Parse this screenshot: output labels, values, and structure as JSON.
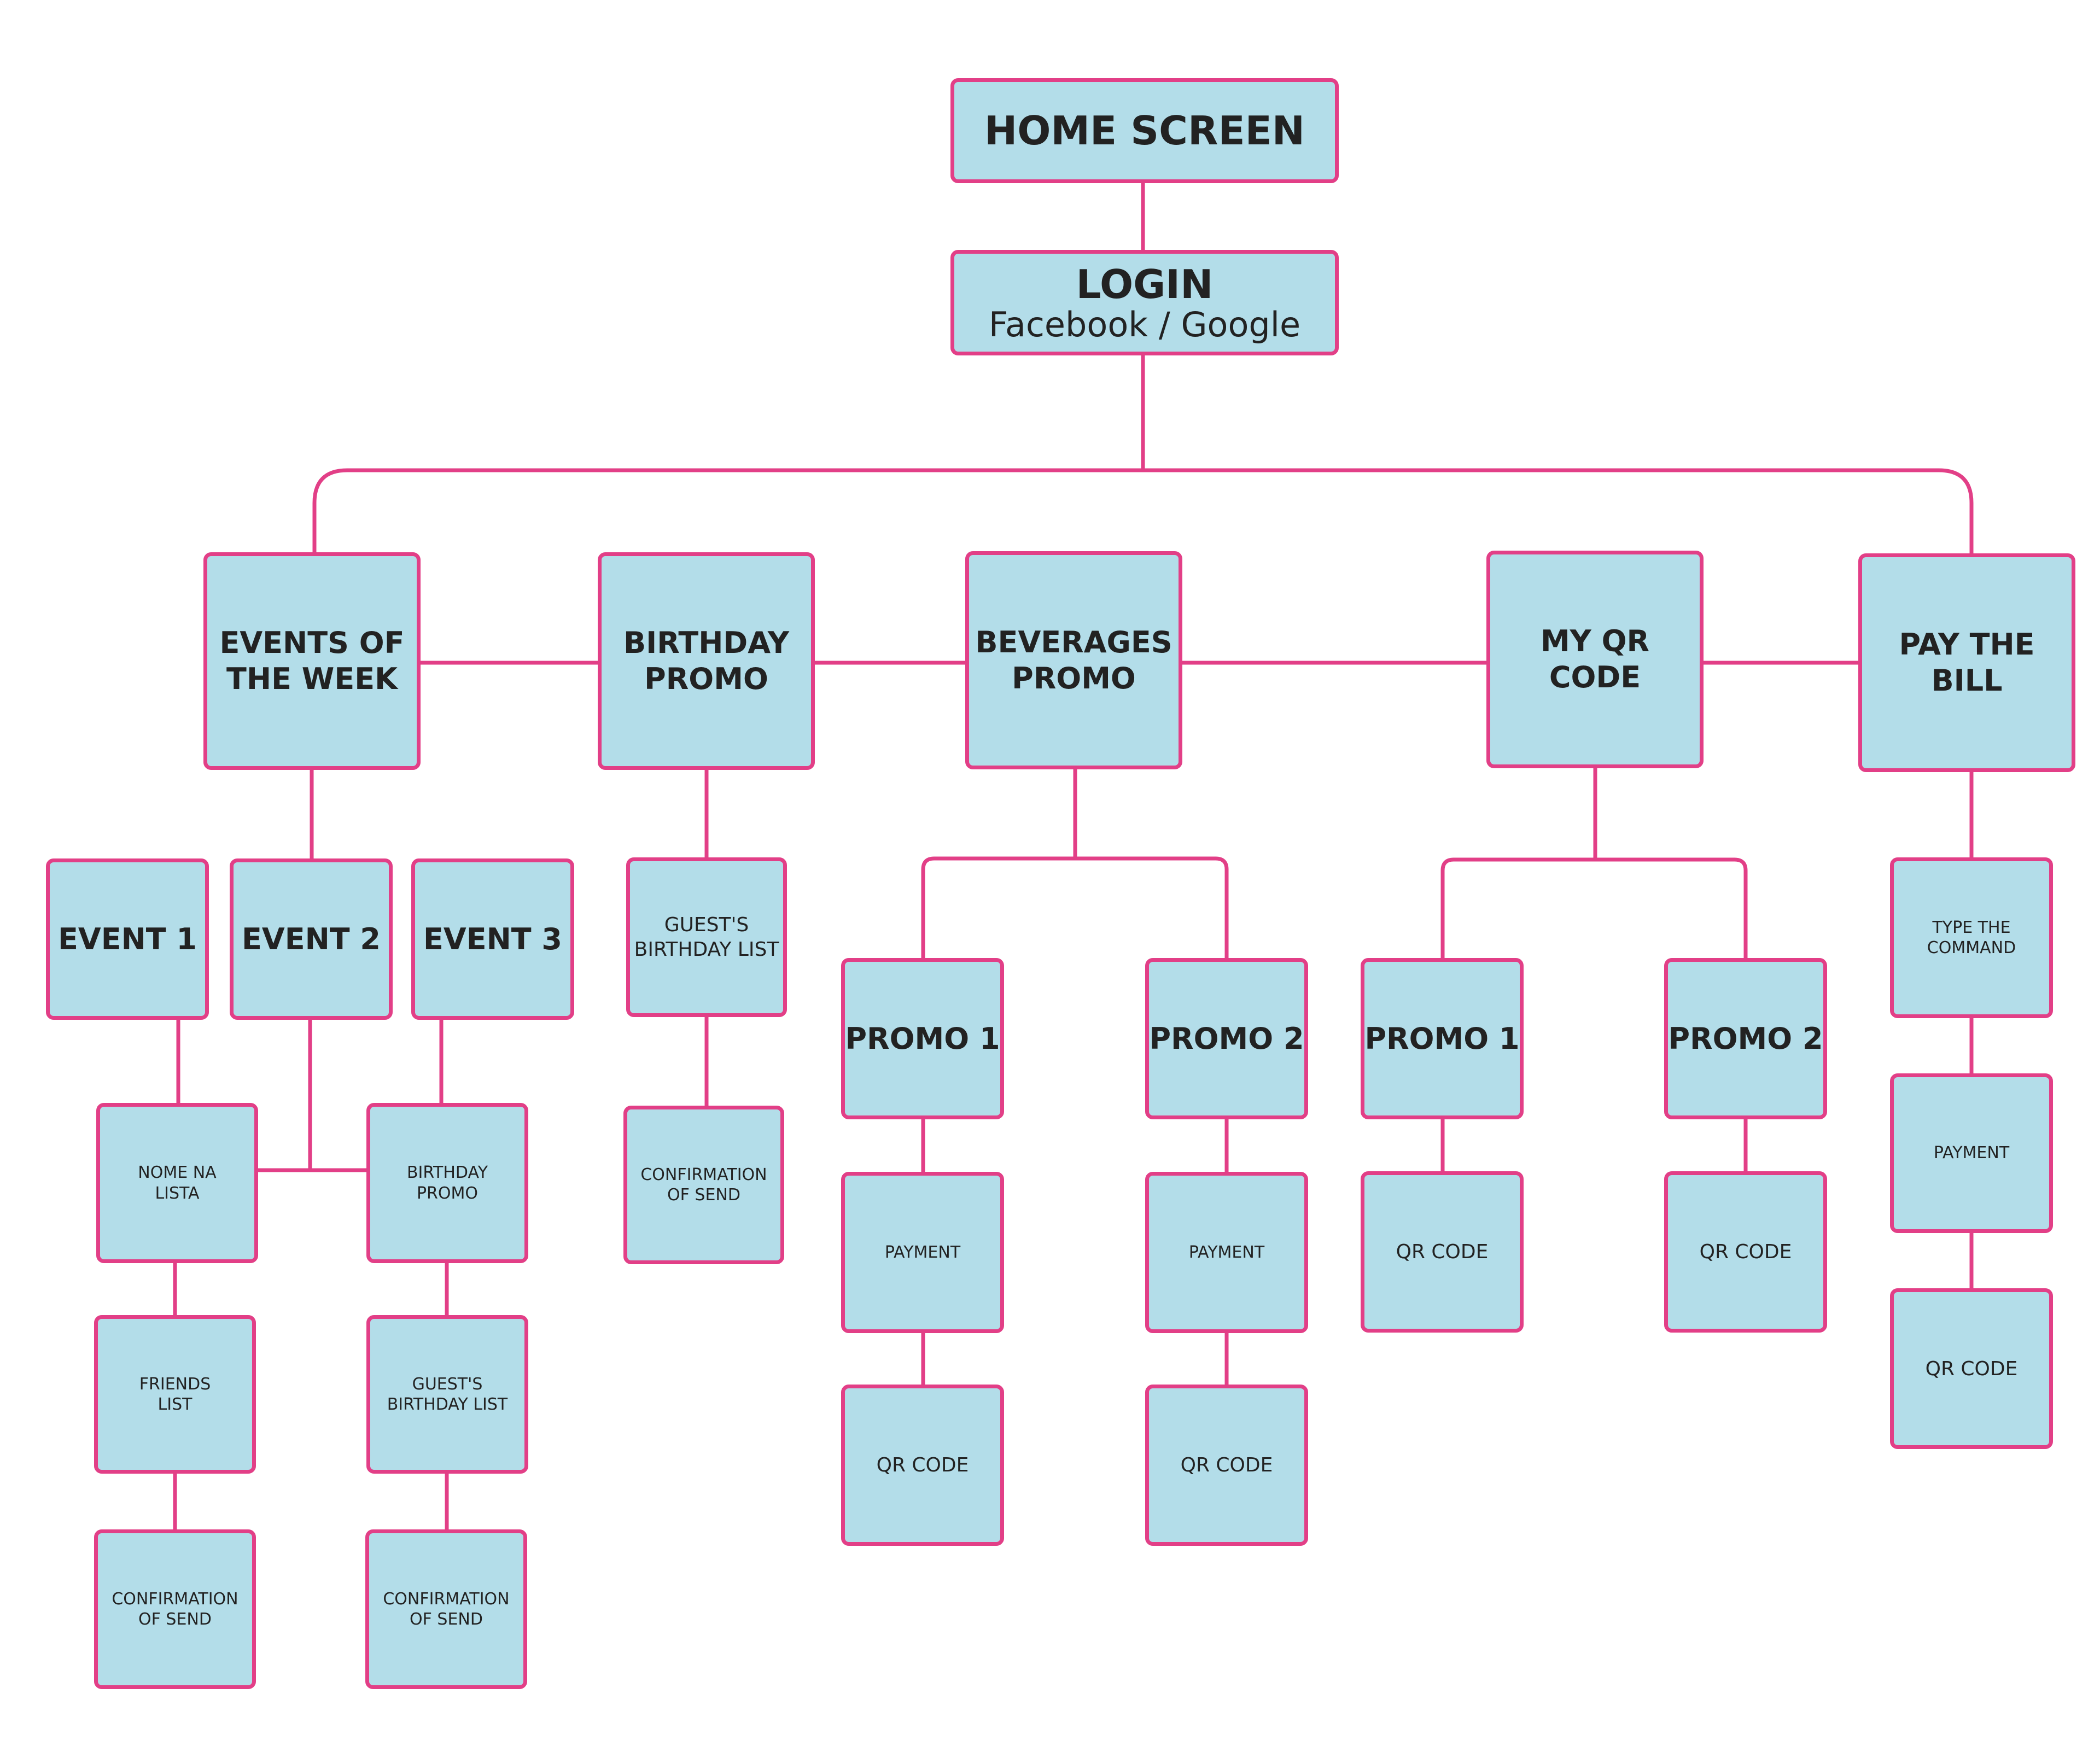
{
  "colors": {
    "box_fill": "#b3dde9",
    "line": "#e23f87",
    "text": "#222222"
  },
  "nodes": {
    "home": "HOME SCREEN",
    "login": {
      "title": "LOGIN",
      "subtitle": "Facebook / Google"
    },
    "events_week": "EVENTS OF\nTHE WEEK",
    "birthday_promo": "BIRTHDAY\nPROMO",
    "beverages_promo": "BEVERAGES\nPROMO",
    "my_qr": "MY QR\nCODE",
    "pay_bill": "PAY THE\nBILL",
    "event1": "EVENT 1",
    "event2": "EVENT 2",
    "event3": "EVENT 3",
    "nome_lista": "NOME NA\nLISTA",
    "ev_birthday_promo": "BIRTHDAY\nPROMO",
    "friends_list": "FRIENDS\nLIST",
    "ev_guest_list": "GUEST'S\nBIRTHDAY LIST",
    "ev_confirm_1": "CONFIRMATION\nOF SEND",
    "ev_confirm_2": "CONFIRMATION\nOF SEND",
    "bd_guest_list": "GUEST'S\nBIRTHDAY LIST",
    "bd_confirm": "CONFIRMATION\nOF SEND",
    "bev_promo1": "PROMO 1",
    "bev_promo2": "PROMO 2",
    "bev_payment1": "PAYMENT",
    "bev_payment2": "PAYMENT",
    "bev_qr1": "QR CODE",
    "bev_qr2": "QR CODE",
    "qr_promo1": "PROMO 1",
    "qr_promo2": "PROMO 2",
    "qr_code1": "QR CODE",
    "qr_code2": "QR CODE",
    "pay_type": "TYPE THE\nCOMMAND",
    "pay_payment": "PAYMENT",
    "pay_qr": "QR CODE"
  }
}
